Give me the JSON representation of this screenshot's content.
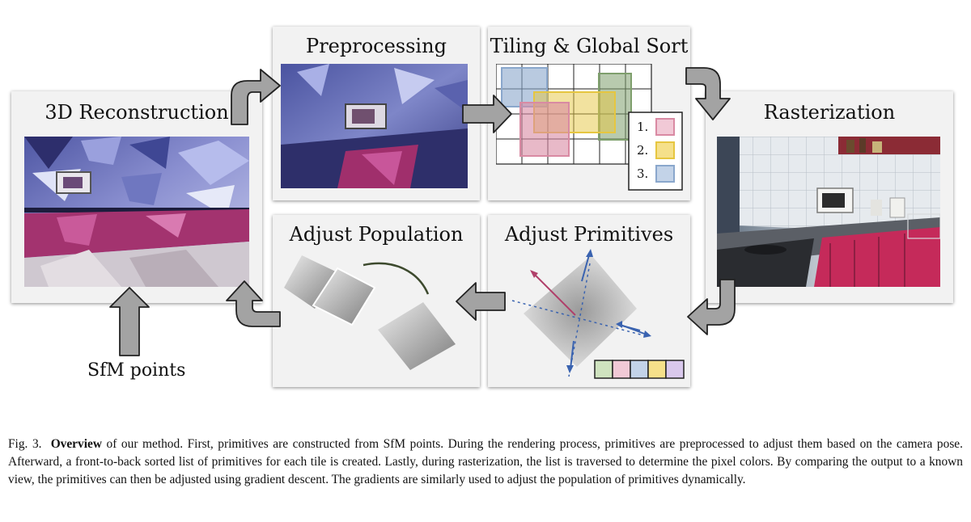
{
  "panels": {
    "reconstruction": "3D Reconstruction",
    "preprocessing": "Preprocessing",
    "tiling": "Tiling & Global Sort",
    "rasterization": "Rasterization",
    "adjust_primitives": "Adjust Primitives",
    "adjust_population": "Adjust Population"
  },
  "sfm_label": "SfM points",
  "sort_list": [
    "1.",
    "2.",
    "3."
  ],
  "colors": {
    "pink": "#d98aa3",
    "yellow": "#e6c640",
    "blue": "#8aa7cc",
    "green": "#7e9f6c",
    "purple": "#b9a2d4",
    "pale_green": "#cfe3bf",
    "arrow": "#a3a3a3"
  },
  "caption": {
    "figure_label": "Fig. 3.",
    "bold": "Overview",
    "text": " of our method. First, primitives are constructed from SfM points. During the rendering process, primitives are preprocessed to adjust them based on the camera pose. Afterward, a front-to-back sorted list of primitives for each tile is created. Lastly, during rasterization, the list is traversed to determine the pixel colors. By comparing the output to a known view, the primitives can then be adjusted using gradient descent. The gradients are similarly used to adjust the population of primitives dynamically."
  }
}
